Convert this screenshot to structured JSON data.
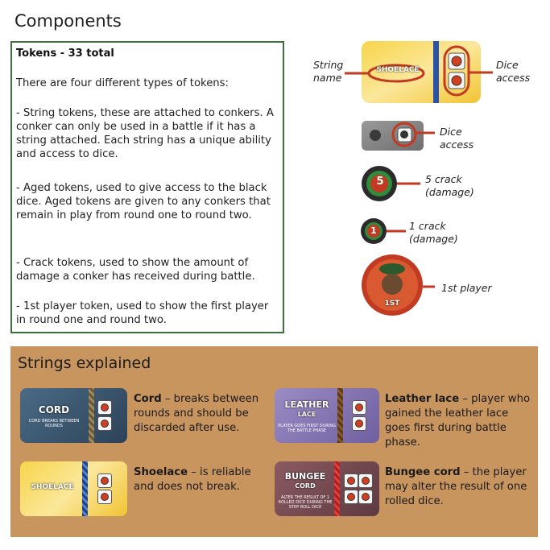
{
  "page": {
    "heading": "Components"
  },
  "tokens": {
    "title": "Tokens - 33 total",
    "intro": "There are four different types of tokens:",
    "items": [
      "- String tokens, these are attached to conkers. A conker can only be used in a battle if it has a string attached. Each string has a unique ability and access to dice.",
      "- Aged tokens, used to give access to the black dice. Aged tokens are given to any conkers that remain in play from round one to round two.",
      "- Crack tokens, used to show the amount of damage a conker has received during battle.",
      "- 1st player token, used to show the first player in round one and round two."
    ]
  },
  "diagram": {
    "string_card_name": "SHOELACE",
    "labels": {
      "string_name": [
        "String",
        "name"
      ],
      "dice_access_1": [
        "Dice",
        "access"
      ],
      "dice_access_2": [
        "Dice",
        "access"
      ],
      "crack5": [
        "5 crack",
        "(damage)"
      ],
      "crack1": [
        "1 crack",
        "(damage)"
      ],
      "first_player": "1st player"
    },
    "crack5_value": "5",
    "crack1_value": "1",
    "first_player_token_text": "1ST"
  },
  "strings": {
    "heading": "Strings explained",
    "cards": {
      "cord": {
        "title": "CORD",
        "sub": "CORD BREAKS BETWEEN ROUNDS"
      },
      "shoelace": {
        "title": "SHOELACE"
      },
      "leather": {
        "title1": "LEATHER",
        "title2": "LACE",
        "sub": "PLAYER GOES FIRST DURING THE BATTLE PHASE"
      },
      "bungee": {
        "title1": "BUNGEE",
        "title2": "CORD",
        "sub": "ALTER THE RESULT OF 1 ROLLED DICE DURING THE STEP ROLL DICE"
      }
    },
    "descriptions": {
      "cord_name": "Cord",
      "cord_text": " – breaks between rounds and should be discarded after use.",
      "shoelace_name": "Shoelace",
      "shoelace_text": " – is reliable and does not break.",
      "leather_name": "Leather lace",
      "leather_text": " – player who gained the leather lace goes first during battle phase.",
      "bungee_name": "Bungee cord",
      "bungee_text": " – the player may alter the result of one rolled dice."
    }
  },
  "colors": {
    "box_border": "#3f6e3f",
    "panel": "#c9955f",
    "callout_red": "#c23a22"
  }
}
